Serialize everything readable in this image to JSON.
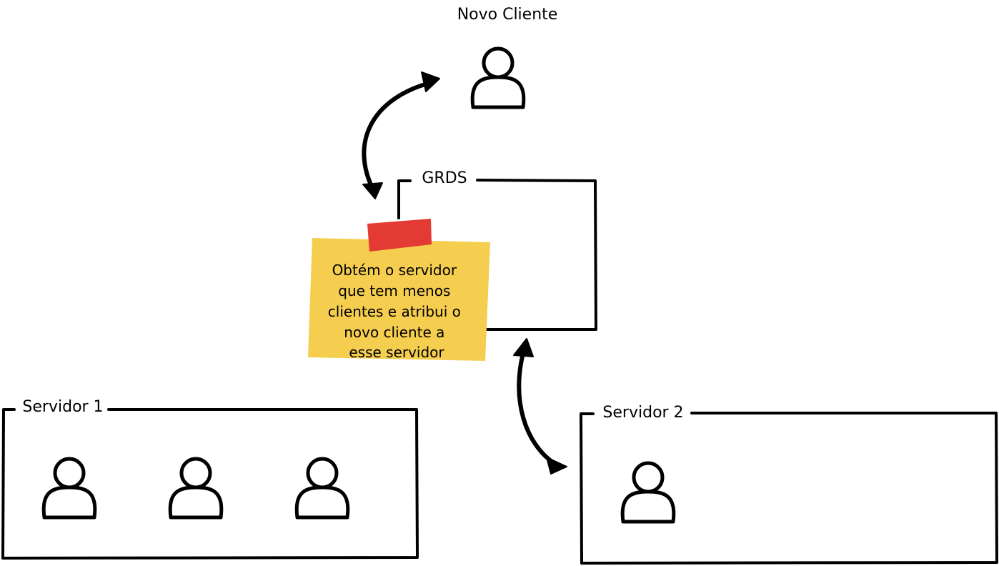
{
  "new_client": {
    "label": "Novo Cliente"
  },
  "grds": {
    "label": "GRDS",
    "note_lines": [
      "Obtém o servidor",
      "que tem menos",
      "clientes e atribui o",
      "novo cliente a",
      "esse servidor"
    ]
  },
  "server1": {
    "label": "Servidor 1",
    "client_count": 3
  },
  "server2": {
    "label": "Servidor 2",
    "client_count": 1
  },
  "colors": {
    "note_fill": "#f5cd4f",
    "tape_fill": "#e33b34",
    "stroke": "#000000"
  }
}
